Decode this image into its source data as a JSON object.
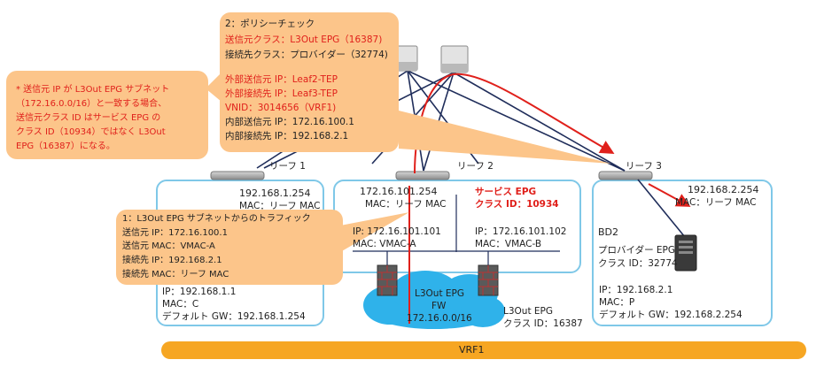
{
  "colors": {
    "callout": "#fcc58a",
    "box_border": "#7fc8e8",
    "cloud": "#2fb2ea",
    "vrf": "#f6a623",
    "red": "#e0201b",
    "line": "#1f2d5a"
  },
  "policy_callout": {
    "title": "2：ポリシーチェック",
    "src_class": "送信元クラス：L3Out EPG（16387)",
    "dst_class": "接続先クラス：プロバイダー（32774)",
    "outer_src_ip": "外部送信元 IP：Leaf2-TEP",
    "outer_dst_ip": "外部接続先 IP：Leaf3-TEP",
    "vnid": "VNID：3014656（VRF1)",
    "inner_src_ip": "内部送信元 IP：172.16.100.1",
    "inner_dst_ip": "内部接続先 IP：192.168.2.1"
  },
  "note_callout": {
    "lines": [
      "*  送信元 IP が L3Out EPG サブネット",
      "（172.16.0.0/16）と一致する場合、",
      "送信元クラス ID はサービス EPG の",
      "クラス ID（10934）ではなく L3Out",
      "EPG（16387）になる。"
    ]
  },
  "traffic_callout": {
    "title": "1：L3Out EPG サブネットからのトラフィック",
    "src_ip": "送信元 IP：172.16.100.1",
    "src_mac": "送信元 MAC：VMAC-A",
    "dst_ip": "接続先 IP：192.168.2.1",
    "dst_mac": "接続先 MAC：リーフ MAC"
  },
  "leaf1": {
    "label": "リーフ 1",
    "ip": "192.168.1.254",
    "mac": "MAC：リーフ MAC"
  },
  "leaf2": {
    "label": "リーフ 2"
  },
  "leaf3": {
    "label": "リーフ 3"
  },
  "left_host": {
    "ip": "IP：192.168.1.1",
    "mac": "MAC：C",
    "gw": "デフォルト GW：192.168.1.254"
  },
  "center_box": {
    "gw_ip": "172.16.101.254",
    "gw_mac": "MAC：リーフ MAC",
    "service_epg": "サービス EPG",
    "class_id": "クラス ID：10934",
    "fw_a_ip": "IP: 172.16.101.101",
    "fw_a_mac": "MAC: VMAC-A",
    "fw_b_ip": "IP：172.16.101.102",
    "fw_b_mac": "MAC：VMAC-B"
  },
  "cloud": {
    "line1": "L3Out EPG",
    "line2": "FW",
    "line3": "172.16.0.0/16"
  },
  "l3out_label": {
    "line1": "L3Out EPG",
    "line2": "クラス ID：16387"
  },
  "right_box": {
    "gw_ip": "192.168.2.254",
    "gw_mac": "MAC：リーフ MAC",
    "bd": "BD2",
    "epg": "プロバイダー EPG",
    "class_id": "クラス ID：32774",
    "ip": "IP：192.168.2.1",
    "mac": "MAC：P",
    "gw": "デフォルト GW：192.168.2.254"
  },
  "vrf": {
    "label": "VRF1"
  }
}
